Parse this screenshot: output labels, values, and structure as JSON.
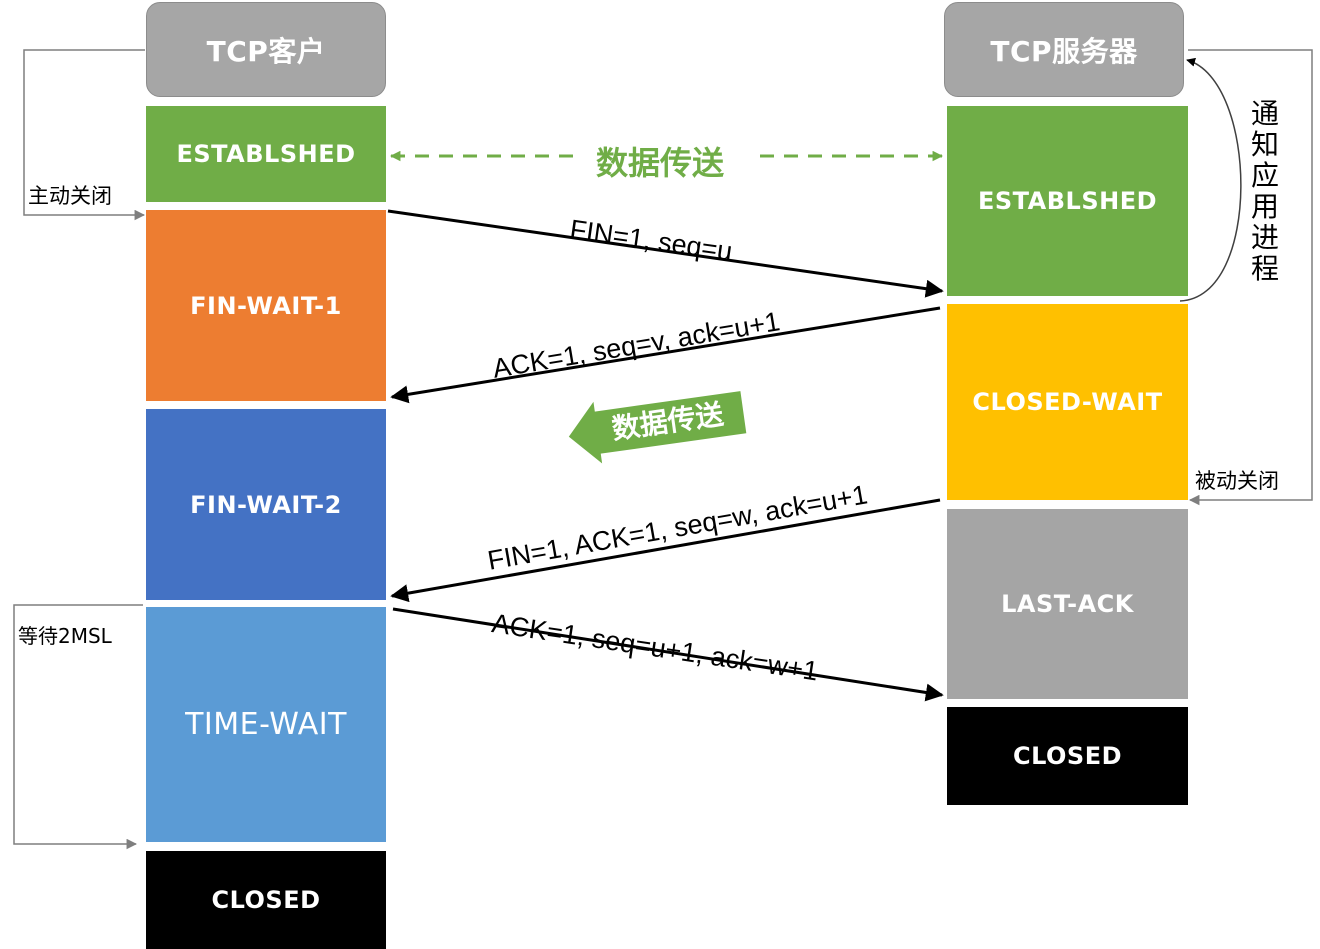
{
  "client": {
    "title": "TCP客户",
    "states": [
      "ESTABLSHED",
      "FIN-WAIT-1",
      "FIN-WAIT-2",
      "TIME-WAIT",
      "CLOSED"
    ]
  },
  "server": {
    "title": "TCP服务器",
    "states": [
      "ESTABLSHED",
      "CLOSED-WAIT",
      "LAST-ACK",
      "CLOSED"
    ]
  },
  "messages": {
    "data_transfer": "数据传送",
    "fin1": "FIN=1, seq=u",
    "ack1": "ACK=1, seq=v, ack=u+1",
    "data_transfer_2": "数据传送",
    "fin2": "FIN=1, ACK=1, seq=w, ack=u+1",
    "ack2": "ACK=1, seq=u+1, ack=w+1"
  },
  "labels": {
    "active_close": "主动关闭",
    "passive_close": "被动关闭",
    "wait_2msl": "等待2MSL",
    "notify_app": "通知应用进程"
  },
  "colors": {
    "header_gray": "#a6a6a6",
    "established_green": "#70ad47",
    "fin_wait_1_orange": "#ed7d31",
    "fin_wait_2_blue": "#4472c4",
    "time_wait_blue": "#5b9bd5",
    "closed_black": "#000000",
    "closed_wait_yellow": "#ffc000",
    "last_ack_gray": "#a5a5a5",
    "data_transfer_green": "#70ad47"
  }
}
